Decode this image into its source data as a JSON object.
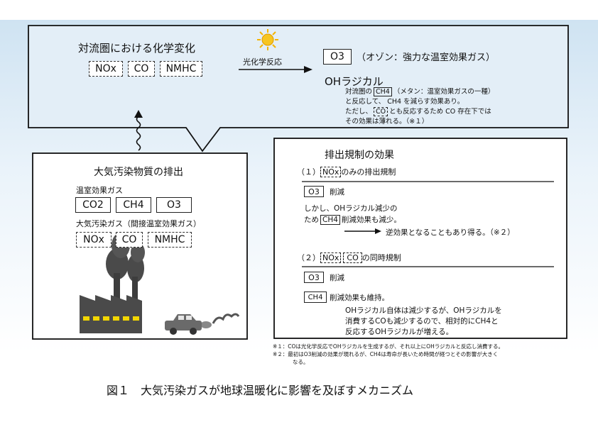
{
  "top": {
    "heading": "対流圏における化学変化",
    "pollutants": [
      "NOx",
      "CO",
      "NMHC"
    ],
    "arrow_label": "光化学反応",
    "o3_box": "O3",
    "o3_desc": "（オゾン：強力な温室効果ガス）",
    "oh_heading": "OHラジカル",
    "oh_line1_a": "対流圏の",
    "oh_line1_box": "CH4",
    "oh_line1_b": "（メタン：温室効果ガスの一種）",
    "oh_line2": "と反応して、 CH4 を減らす効果あり。",
    "oh_line3_a": "ただし、",
    "oh_line3_box": "CO",
    "oh_line3_b": "とも反応するため CO 存在下では",
    "oh_line4": "その効果は薄れる。（※１）"
  },
  "left": {
    "heading": "大気汚染物質の排出",
    "ghg_label": "温室効果ガス",
    "ghg_items": [
      "CO2",
      "CH4",
      "O3"
    ],
    "pollutant_label": "大気汚染ガス（間接温室効果ガス）",
    "pollutant_items": [
      "NOx",
      "CO",
      "NMHC"
    ]
  },
  "right": {
    "heading": "排出規制の効果",
    "s1_prefix": "（１）",
    "s1_box": "NOx",
    "s1_suffix": "のみの排出規制",
    "s1_o3": "O3",
    "s1_o3_text": "削減",
    "s1_line1": "しかし、OHラジカル減少の",
    "s1_line2_a": "ため",
    "s1_line2_box": "CH4",
    "s1_line2_b": "削減効果も減少。",
    "s1_result": "逆効果となることもあり得る。（※２）",
    "s2_prefix": "（２）",
    "s2_box1": "NOx",
    "s2_box2": "CO",
    "s2_suffix": "の同時規制",
    "s2_o3": "O3",
    "s2_o3_text": "削減",
    "s2_ch4_box": "CH4",
    "s2_ch4_text": "削減効果も維持。",
    "s2_note1": "OHラジカル自体は減少するが、OHラジカルを",
    "s2_note2": "消費するCOも減少するので、相対的にCH4と",
    "s2_note3": "反応するOHラジカルが増える。"
  },
  "footnotes": {
    "n1": "※１：COは光化学反応でOHラジカルを生成するが、それ以上にOHラジカルと反応し消費する。",
    "n2a": "※２：最初はO3削減の効果が現れるが、CH4は寿命が長いため時間が経つとその影響が大きく",
    "n2b": "なる。"
  },
  "caption": "図１　大気汚染ガスが地球温暖化に影響を及ぼすメカニズム",
  "colors": {
    "sky": "#cfe3f2",
    "sun": "#f5b400",
    "factory": "#4a4a4a",
    "window": "#f2d600",
    "car": "#6a6a6a"
  }
}
